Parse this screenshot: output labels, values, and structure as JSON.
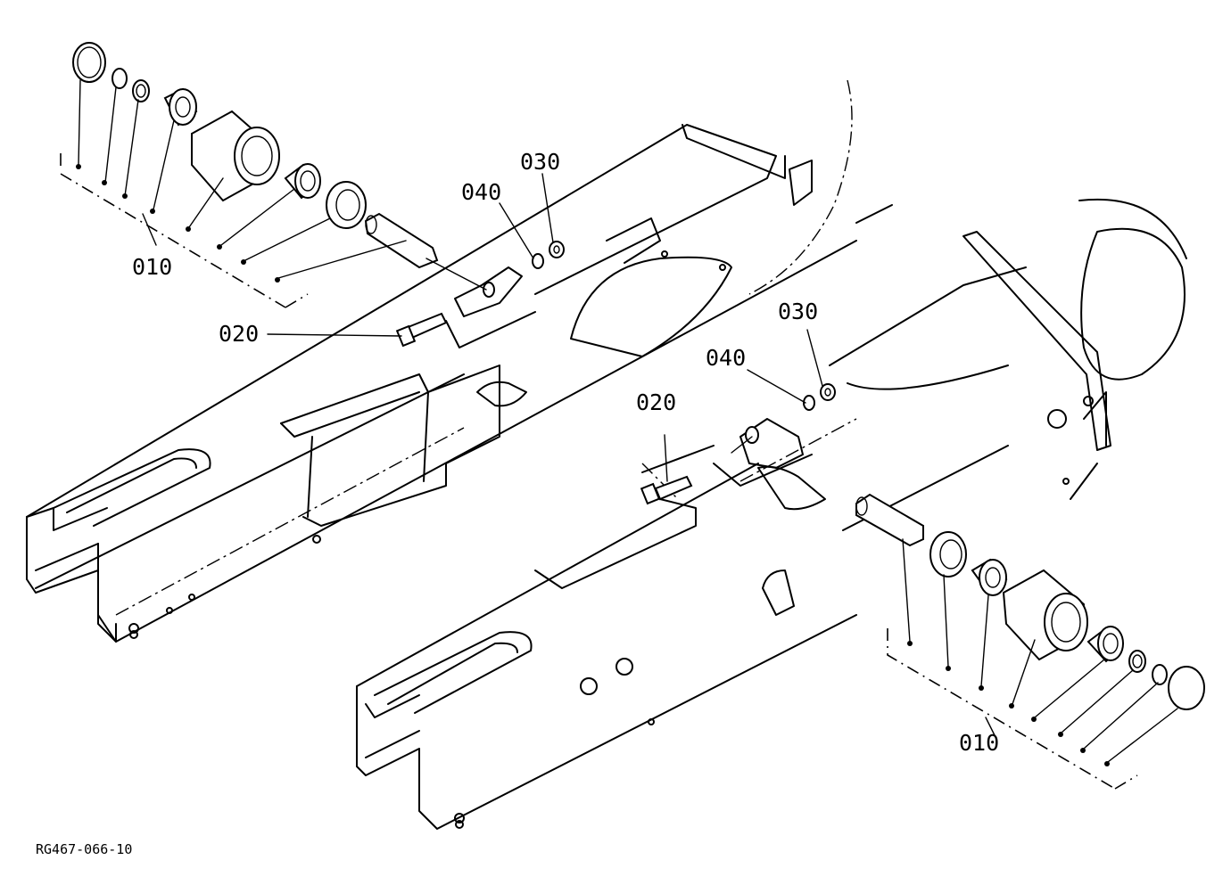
{
  "callouts": {
    "assy_left": "010",
    "bolt_left": "020",
    "nut_left": "030",
    "washer_left": "040",
    "assy_right": "010",
    "bolt_right": "020",
    "nut_right": "030",
    "washer_right": "040"
  },
  "reference_code": "RG467-066-10"
}
